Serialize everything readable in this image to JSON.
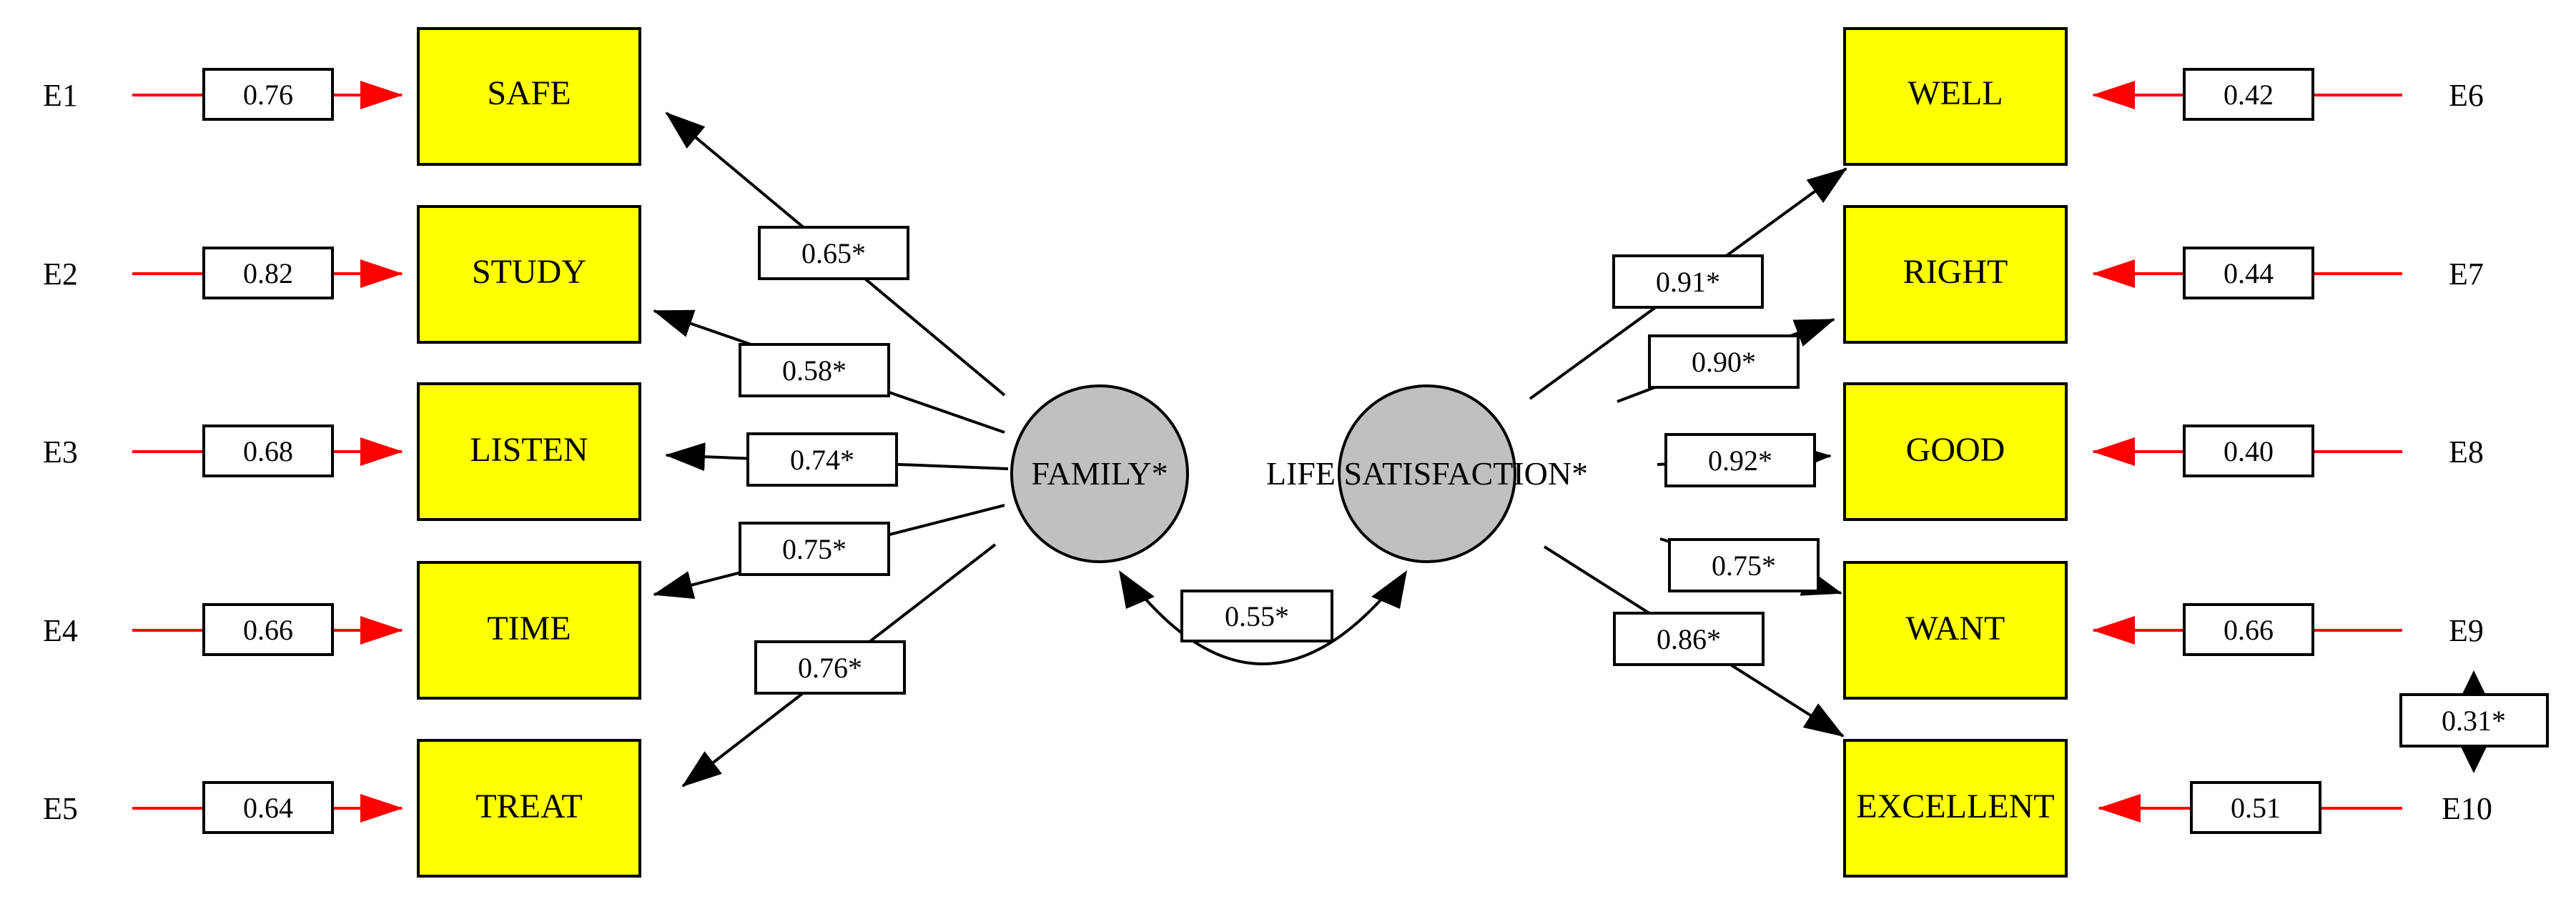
{
  "factors": {
    "family": "FAMILY*",
    "life": "LIFE SATISFACTION*"
  },
  "left_indicators": [
    {
      "label": "SAFE",
      "error": "E1",
      "error_value": "0.76",
      "loading": "0.65*"
    },
    {
      "label": "STUDY",
      "error": "E2",
      "error_value": "0.82",
      "loading": "0.58*"
    },
    {
      "label": "LISTEN",
      "error": "E3",
      "error_value": "0.68",
      "loading": "0.74*"
    },
    {
      "label": "TIME",
      "error": "E4",
      "error_value": "0.66",
      "loading": "0.75*"
    },
    {
      "label": "TREAT",
      "error": "E5",
      "error_value": "0.64",
      "loading": "0.76*"
    }
  ],
  "right_indicators": [
    {
      "label": "WELL",
      "error": "E6",
      "error_value": "0.42",
      "loading": "0.91*"
    },
    {
      "label": "RIGHT",
      "error": "E7",
      "error_value": "0.44",
      "loading": "0.90*"
    },
    {
      "label": "GOOD",
      "error": "E8",
      "error_value": "0.40",
      "loading": "0.92*"
    },
    {
      "label": "WANT",
      "error": "E9",
      "error_value": "0.66",
      "loading": "0.75*"
    },
    {
      "label": "EXCELLENT",
      "error": "E10",
      "error_value": "0.51",
      "loading": "0.86*"
    }
  ],
  "factor_correlation": "0.55*",
  "error_covariance": "0.31*",
  "colors": {
    "indicator_fill": "#ffff00",
    "factor_fill": "#c0c0c0",
    "error_arrow": "#ff0000",
    "path": "#000000"
  }
}
